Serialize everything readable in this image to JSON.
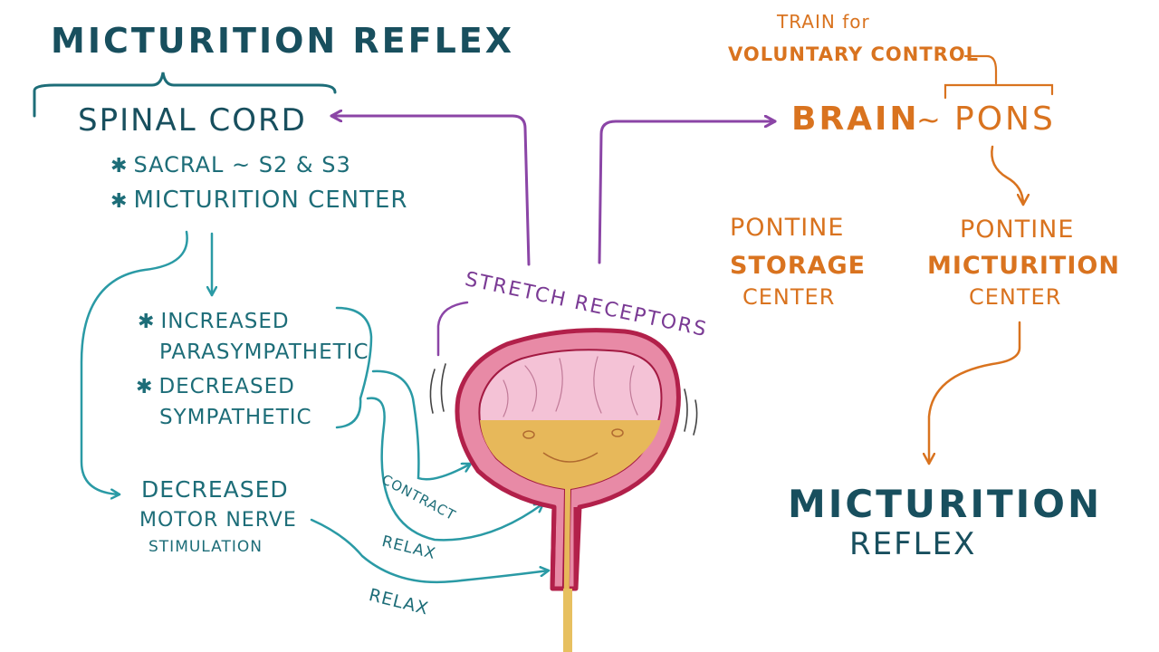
{
  "colors": {
    "teal_dark": "#1d6d78",
    "teal": "#2a9aa5",
    "orange": "#d9731f",
    "purple": "#8b45a6",
    "bladder_wall": "#b2204a",
    "bladder_pink": "#f2b6cf",
    "urine": "#e7b85a"
  },
  "left": {
    "title": "MICTURITION REFLEX",
    "spinal_cord": "SPINAL CORD",
    "sacral": "SACRAL ~ S2 & S3",
    "micturition_center": "MICTURITION CENTER",
    "increased": "INCREASED",
    "parasympathetic": "PARASYMPATHETIC",
    "decreased": "DECREASED",
    "sympathetic": "SYMPATHETIC",
    "decreased2": "DECREASED",
    "motor_nerve": "MOTOR NERVE",
    "stimulation": "STIMULATION",
    "contract": "CONTRACT",
    "relax1": "RELAX",
    "relax2": "RELAX"
  },
  "center": {
    "stretch_receptors": "STRETCH RECEPTORS"
  },
  "right": {
    "train_for": "TRAIN for",
    "voluntary_control": "VOLUNTARY CONTROL",
    "brain": "BRAIN",
    "tilde": "~",
    "pons": "PONS",
    "pontine1": "PONTINE",
    "storage": "STORAGE",
    "center1": "CENTER",
    "pontine2": "PONTINE",
    "micturition": "MICTURITION",
    "center2": "CENTER",
    "result_line1": "MICTURITION",
    "result_line2": "REFLEX"
  },
  "icons": {
    "star": "asterisk-bullet",
    "arrows": "hand-drawn-arrow",
    "organ": "urinary-bladder"
  }
}
